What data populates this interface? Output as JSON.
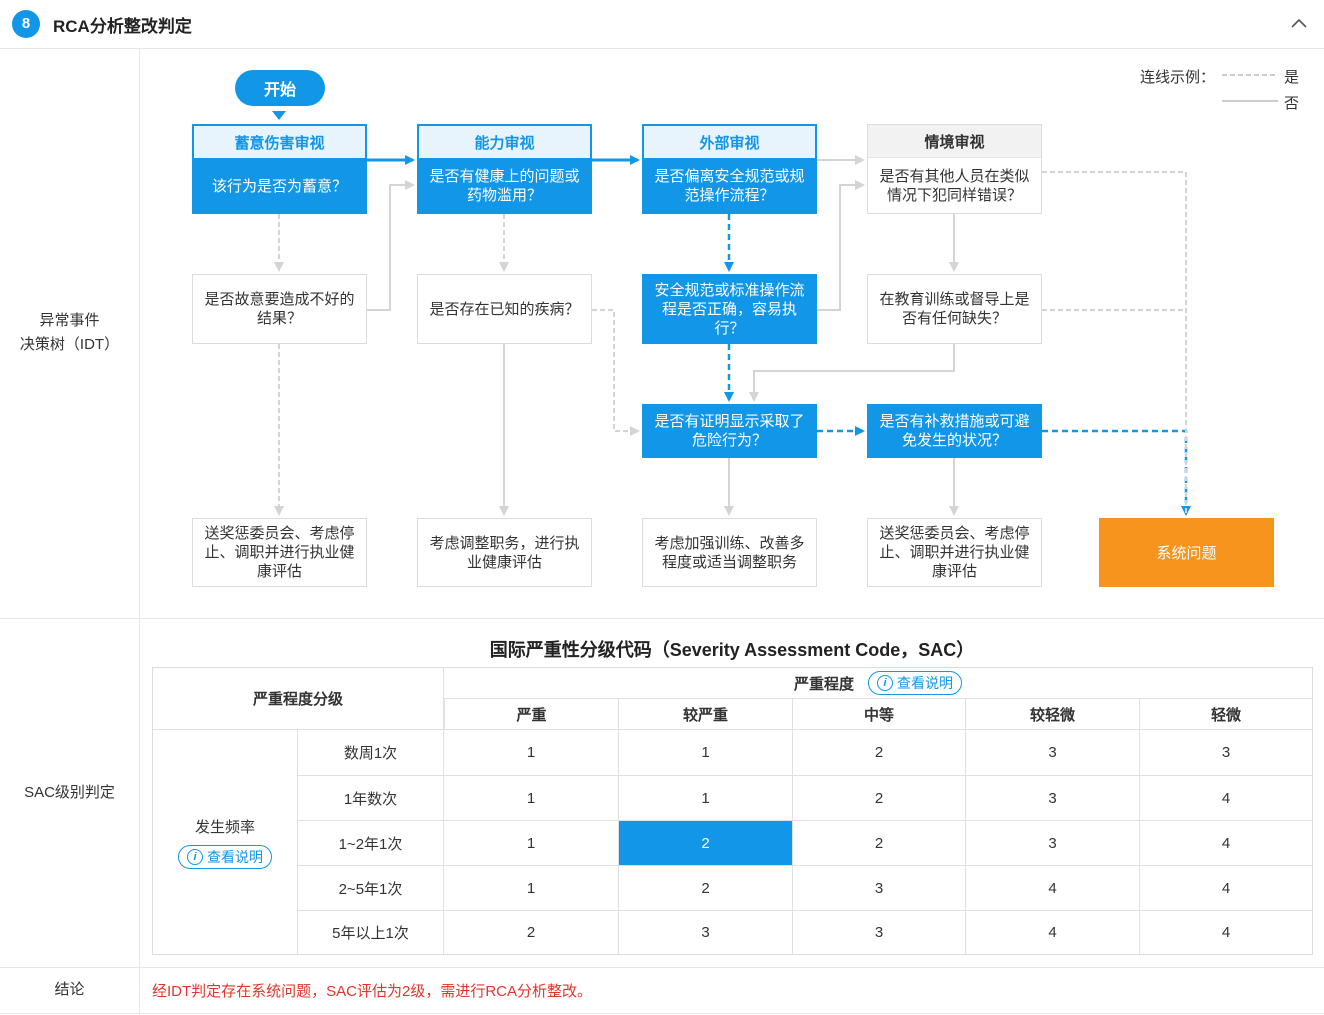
{
  "header": {
    "step_number": "8",
    "title": "RCA分析整改判定"
  },
  "rows": {
    "idt_label": [
      "异常事件",
      "决策树（IDT）"
    ],
    "sac_label": "SAC级别判定",
    "conclusion_label": "结论"
  },
  "legend": {
    "label": "连线示例：",
    "yes": "是",
    "no": "否"
  },
  "flow": {
    "start": "开始",
    "n1": {
      "title": "蓄意伤害审视",
      "question": "该行为是否为蓄意？"
    },
    "n2": {
      "title": "能力审视",
      "question": "是否有健康上的问题或药物滥用？"
    },
    "n3": {
      "title": "外部审视",
      "question": "是否偏离安全规范或规范操作流程？"
    },
    "n4": {
      "title": "情境审视",
      "question": "是否有其他人员在类似情况下犯同样错误？"
    },
    "q1": "是否故意要造成不好的结果？",
    "q2": "是否存在已知的疾病？",
    "q3": "安全规范或标准操作流程是否正确，容易执行？",
    "q4": "在教育训练或督导上是否有任何缺失？",
    "q5": "是否有证明显示采取了危险行为？",
    "q6": "是否有补救措施或可避免发生的状况？",
    "r1": "送奖惩委员会、考虑停止、调职并进行执业健康评估",
    "r2": "考虑调整职务，进行执业健康评估",
    "r3": "考虑加强训练、改善多程度或适当调整职务",
    "r4": "送奖惩委员会、考虑停止、调职并进行执业健康评估",
    "r5": "系统问题"
  },
  "sac": {
    "title": "国际严重性分级代码（Severity Assessment Code，SAC）",
    "corner_label": "严重程度分级",
    "severity_label": "严重程度",
    "info_label": "查看说明",
    "frequency_label": "发生频率",
    "severity_levels": [
      "严重",
      "较严重",
      "中等",
      "较轻微",
      "轻微"
    ],
    "frequencies": [
      "数周1次",
      "1年数次",
      "1~2年1次",
      "2~5年1次",
      "5年以上1次"
    ],
    "matrix": [
      [
        1,
        1,
        2,
        3,
        3
      ],
      [
        1,
        1,
        2,
        3,
        4
      ],
      [
        1,
        2,
        2,
        3,
        4
      ],
      [
        1,
        2,
        3,
        4,
        4
      ],
      [
        2,
        3,
        3,
        4,
        4
      ]
    ],
    "highlight": {
      "row": 2,
      "col": 1
    }
  },
  "conclusion": "经IDT判定存在系统问题，SAC评估为2级，需进行RCA分析整改。",
  "colors": {
    "primary": "#1196e8",
    "orange": "#f7941d",
    "danger": "#e0352b"
  }
}
